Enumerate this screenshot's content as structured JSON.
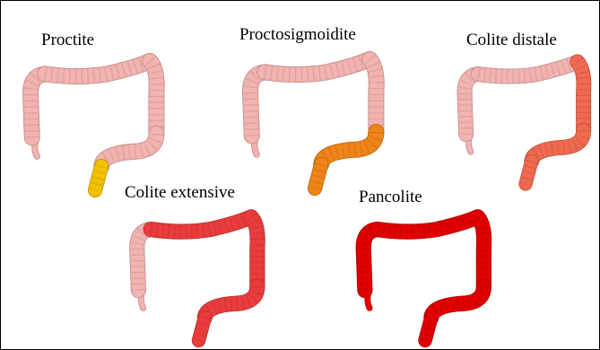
{
  "figure": {
    "panels": [
      {
        "label": "Proctite",
        "colon_color": "#f3b3b0",
        "highlight_color": "#f2c100",
        "affected": "rectum"
      },
      {
        "label": "Proctosigmoidite",
        "colon_color": "#f3b3b0",
        "highlight_color": "#f08418",
        "affected": "rectum-sigmoid"
      },
      {
        "label": "Colite distale",
        "colon_color": "#f3b3b0",
        "highlight_color": "#ef6a50",
        "affected": "left-colon"
      },
      {
        "label": "Colite extensive",
        "colon_color": "#f3b3b0",
        "highlight_color": "#ea3c3c",
        "affected": "beyond-splenic-flexure"
      },
      {
        "label": "Pancolite",
        "colon_color": "#f3b3b0",
        "highlight_color": "#e00000",
        "affected": "entire-colon"
      }
    ]
  }
}
